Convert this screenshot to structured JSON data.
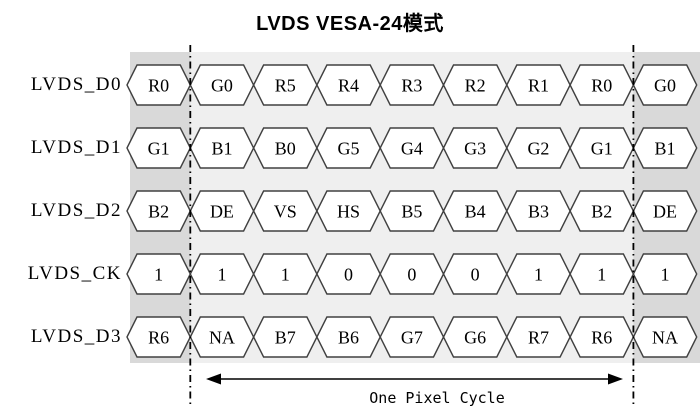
{
  "title": "LVDS VESA-24模式",
  "waveform": {
    "rows": [
      {
        "label": "LVDS_D0",
        "cells": [
          "R0",
          "G0",
          "R5",
          "R4",
          "R3",
          "R2",
          "R1",
          "R0",
          "G0"
        ]
      },
      {
        "label": "LVDS_D1",
        "cells": [
          "G1",
          "B1",
          "B0",
          "G5",
          "G4",
          "G3",
          "G2",
          "G1",
          "B1"
        ]
      },
      {
        "label": "LVDS_D2",
        "cells": [
          "B2",
          "DE",
          "VS",
          "HS",
          "B5",
          "B4",
          "B3",
          "B2",
          "DE"
        ]
      },
      {
        "label": "LVDS_CK",
        "cells": [
          "1",
          "1",
          "1",
          "0",
          "0",
          "0",
          "1",
          "1",
          "1"
        ]
      },
      {
        "label": "LVDS_D3",
        "cells": [
          "R6",
          "NA",
          "B7",
          "B6",
          "G7",
          "G6",
          "R7",
          "R6",
          "NA"
        ]
      }
    ],
    "cycle_label": "One Pixel Cycle",
    "colors": {
      "panel_light": "#efefef",
      "panel_dark": "#d9d9d9",
      "hex_fill": "#ffffff",
      "hex_stroke": "#404040",
      "line": "#000000",
      "text": "#000000"
    }
  }
}
